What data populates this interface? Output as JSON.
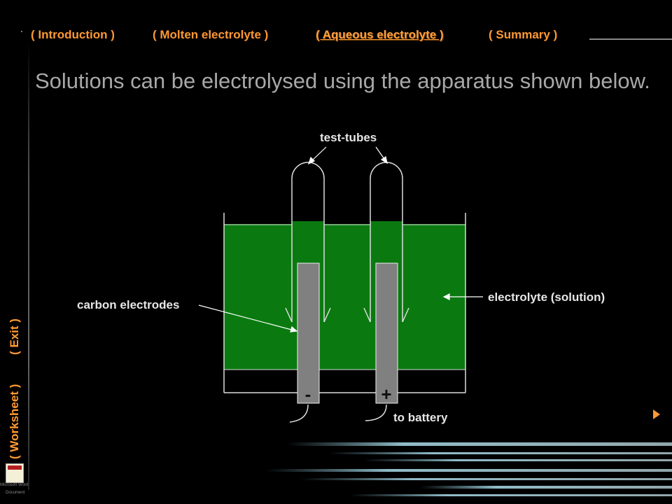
{
  "nav": {
    "introduction": "( Introduction )",
    "molten": "( Molten electrolyte )",
    "aqueous": "( Aqueous electrolyte )",
    "summary": "( Summary )"
  },
  "side_nav": {
    "worksheet": "( Worksheet )",
    "exit": "( Exit )"
  },
  "title": "Solutions can be electrolysed using the apparatus shown below.",
  "diagram": {
    "test_tubes": "test-tubes",
    "electrolyte": "electrolyte (solution)",
    "electrodes": "carbon electrodes",
    "battery": "to battery",
    "negative": "-",
    "positive": "+"
  },
  "word_icon": {
    "label1": "Microsoft Word",
    "label2": "Document"
  },
  "colors": {
    "accent": "#ff9933",
    "solution": "#0a7a10",
    "electrode": "#808080"
  },
  "icons": {
    "next": "play-triangle-icon",
    "word": "word-document-icon"
  }
}
